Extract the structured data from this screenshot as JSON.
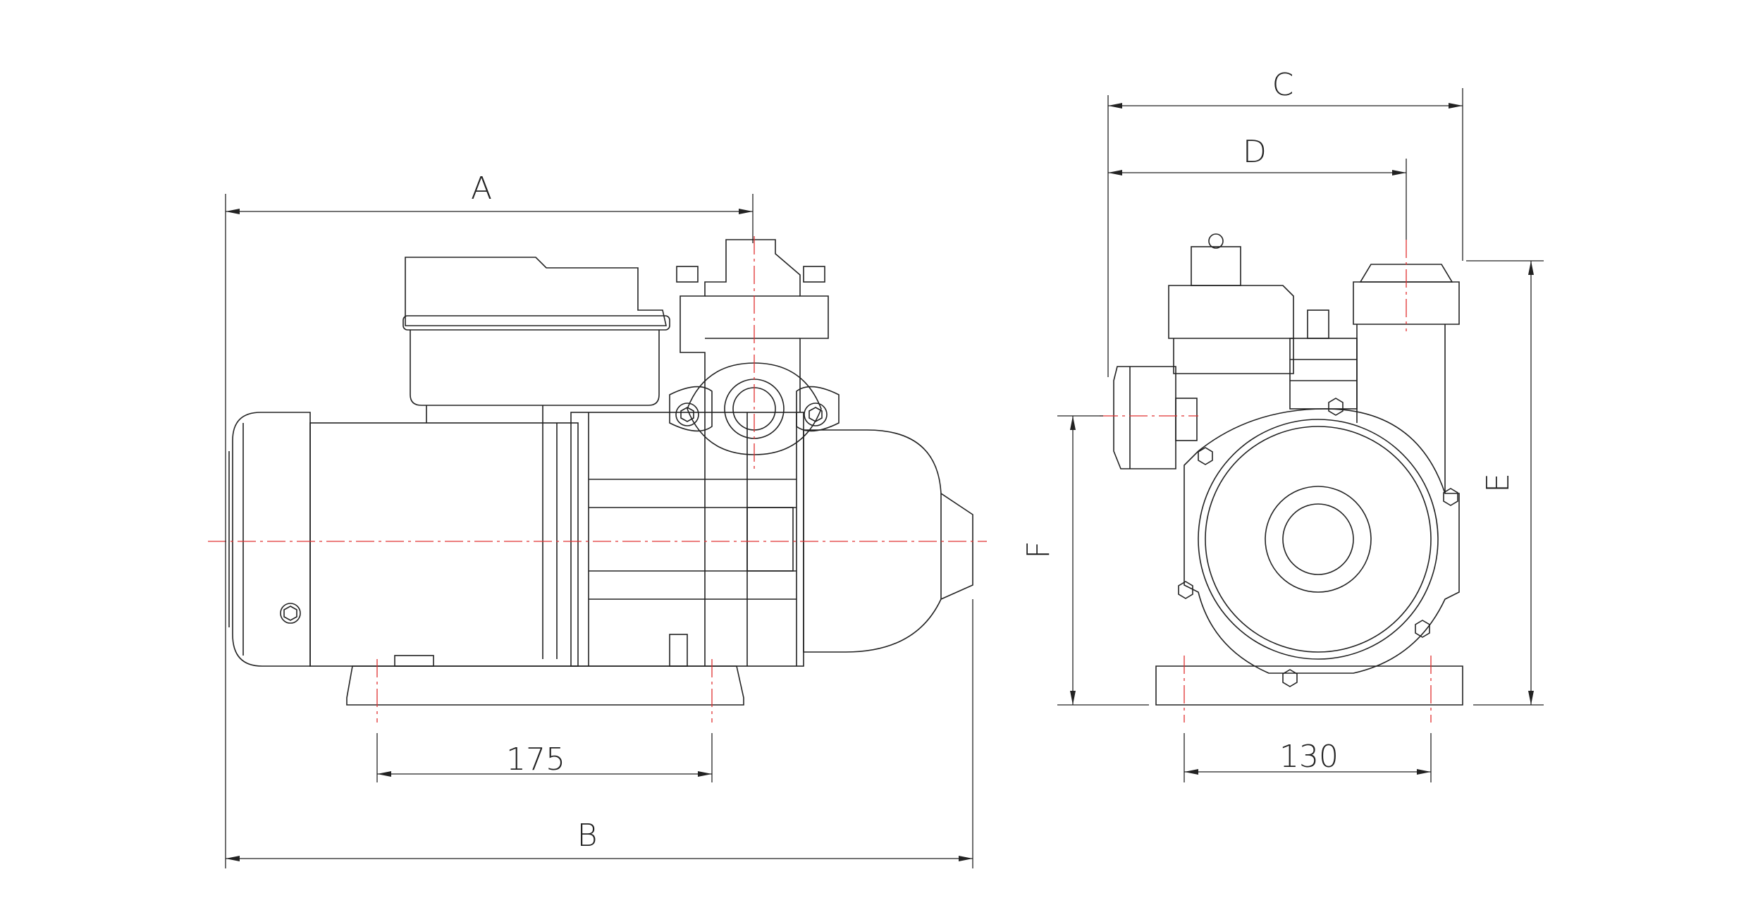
{
  "labels": {
    "A": "A",
    "B": "B",
    "C": "C",
    "D": "D",
    "E": "E",
    "F": "F",
    "side_base_width": "175",
    "front_base_width": "130"
  },
  "colors": {
    "line": "#222222",
    "centerline": "#e03030",
    "background": "#ffffff"
  }
}
